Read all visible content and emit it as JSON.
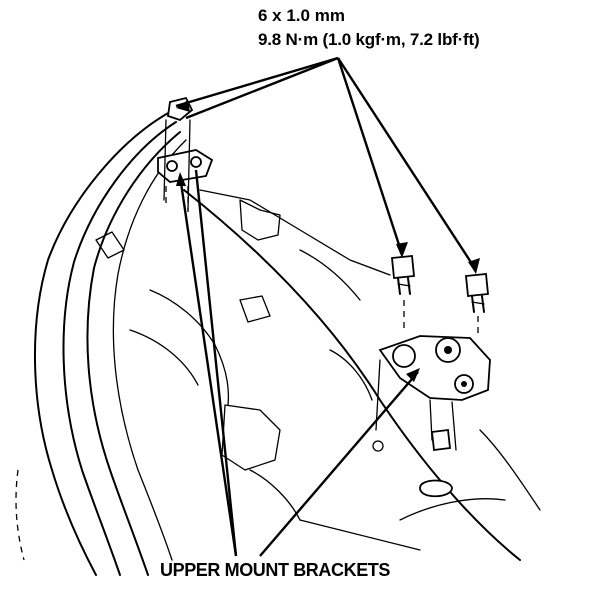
{
  "labels": {
    "fastener_size": "6 x 1.0 mm",
    "torque_spec": "9.8 N·m (1.0 kgf·m, 7.2 lbf·ft)",
    "brackets": "UPPER MOUNT BRACKETS"
  },
  "icons": [
    "bolt-icon",
    "bolt-icon",
    "bolt-icon",
    "bolt-icon"
  ]
}
